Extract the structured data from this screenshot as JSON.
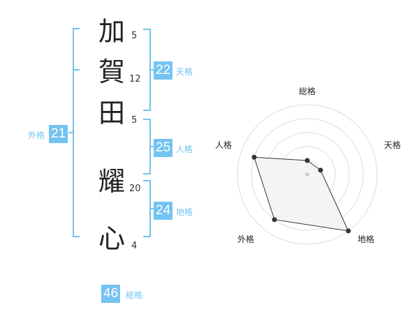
{
  "name": {
    "characters": [
      {
        "char": "加",
        "strokes": "5"
      },
      {
        "char": "賀",
        "strokes": "12"
      },
      {
        "char": "田",
        "strokes": "5"
      },
      {
        "char": "耀",
        "strokes": "20"
      },
      {
        "char": "心",
        "strokes": "4"
      }
    ]
  },
  "fortunes": {
    "tenkaku": {
      "value": "22",
      "label": "天格"
    },
    "jinkaku": {
      "value": "25",
      "label": "人格"
    },
    "chikaku": {
      "value": "24",
      "label": "地格"
    },
    "gaikaku": {
      "value": "21",
      "label": "外格"
    },
    "soukaku": {
      "value": "46",
      "label": "総格"
    }
  },
  "colors": {
    "accent": "#74c3f2",
    "radar_fill": "#f2f2f2",
    "radar_grid": "#dddddd",
    "radar_line": "#333333"
  },
  "chart_data": {
    "type": "radar",
    "categories": [
      "総格",
      "天格",
      "地格",
      "外格",
      "人格"
    ],
    "series": [
      {
        "values": [
          1,
          1,
          5,
          4,
          4
        ]
      }
    ],
    "rlim": [
      0,
      5
    ],
    "rings": 5,
    "grid": true
  }
}
